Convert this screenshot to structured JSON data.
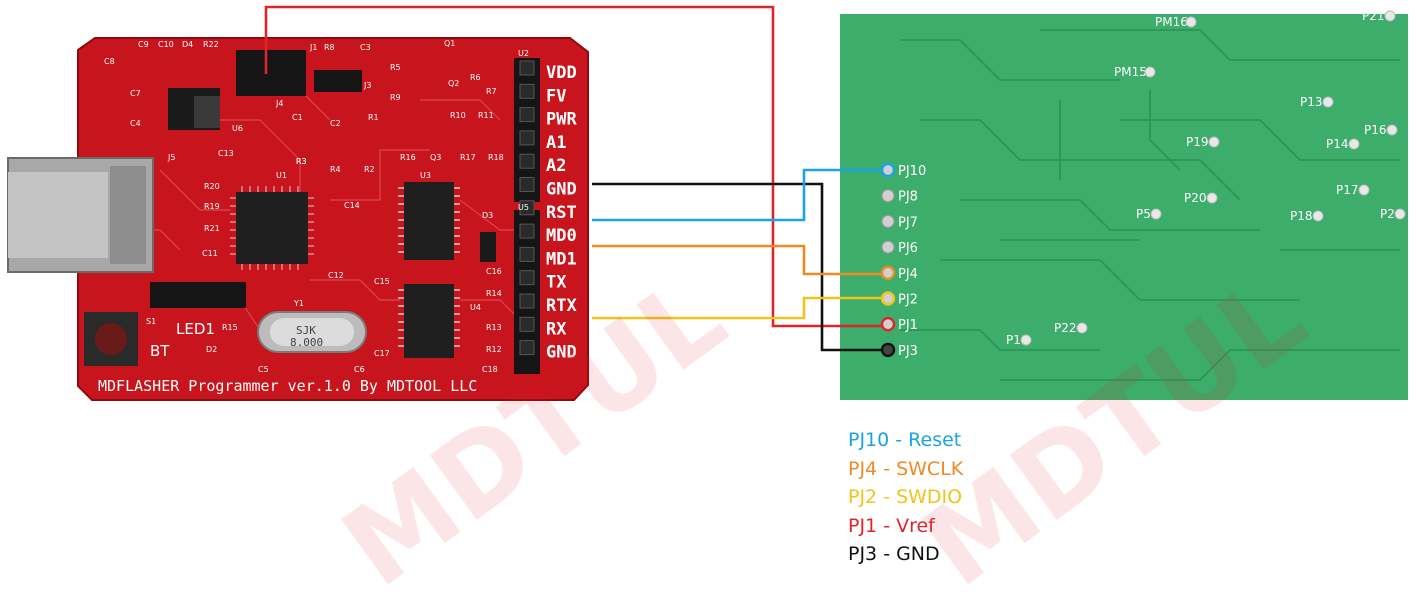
{
  "colors": {
    "reset": "#1aa3e6",
    "swclk": "#f08a24",
    "swdio": "#f2c31a",
    "vref": "#e0242c",
    "gnd": "#111111",
    "programmer_board": "#c8141c",
    "target_board": "#3cad6a"
  },
  "programmer": {
    "silkscreen": "MDFLASHER Programmer ver.1.0 By MDTOOL LLC",
    "pins": [
      "VDD",
      "FV",
      "PWR",
      "A1",
      "A2",
      "GND",
      "RST",
      "MD0",
      "MD1",
      "TX",
      "RTX",
      "RX",
      "GND"
    ],
    "components": [
      "C9",
      "C10",
      "D4",
      "R22",
      "C8",
      "C7",
      "C4",
      "U6",
      "J5",
      "C13",
      "R20",
      "R19",
      "R21",
      "C11",
      "J1",
      "R8",
      "C3",
      "J4",
      "J3",
      "Q1",
      "R5",
      "R3",
      "R6",
      "R9",
      "Q2",
      "R10",
      "R7",
      "R11",
      "R16",
      "Q3",
      "R17",
      "R18",
      "C1",
      "C2",
      "R1",
      "R3",
      "R4",
      "R2",
      "U1",
      "U3",
      "U2",
      "C14",
      "D3",
      "U5",
      "C12",
      "C16",
      "R14",
      "C15",
      "U4",
      "Y1",
      "C5",
      "C6",
      "C17",
      "C18",
      "R12",
      "R13",
      "S1",
      "LED1",
      "R15",
      "BT",
      "D2"
    ],
    "crystal_text": [
      "SJK",
      "8.000"
    ]
  },
  "target": {
    "pads": [
      "PJ10",
      "PJ8",
      "PJ7",
      "PJ6",
      "PJ4",
      "PJ2",
      "PJ1",
      "PJ3"
    ],
    "test_points": [
      "PM16",
      "P21",
      "PM15",
      "P13",
      "P16",
      "P19",
      "P14",
      "P20",
      "P17",
      "P5",
      "P18",
      "P2",
      "P1",
      "P22"
    ]
  },
  "watermark": "MDTUL",
  "legend": [
    {
      "text": "PJ10 - Reset",
      "color": "#1aa3e6"
    },
    {
      "text": "PJ4 - SWCLK",
      "color": "#f08a24"
    },
    {
      "text": "PJ2 - SWDIO",
      "color": "#f2c31a"
    },
    {
      "text": "PJ1 - Vref",
      "color": "#e0242c"
    },
    {
      "text": "PJ3 - GND",
      "color": "#111111"
    }
  ]
}
